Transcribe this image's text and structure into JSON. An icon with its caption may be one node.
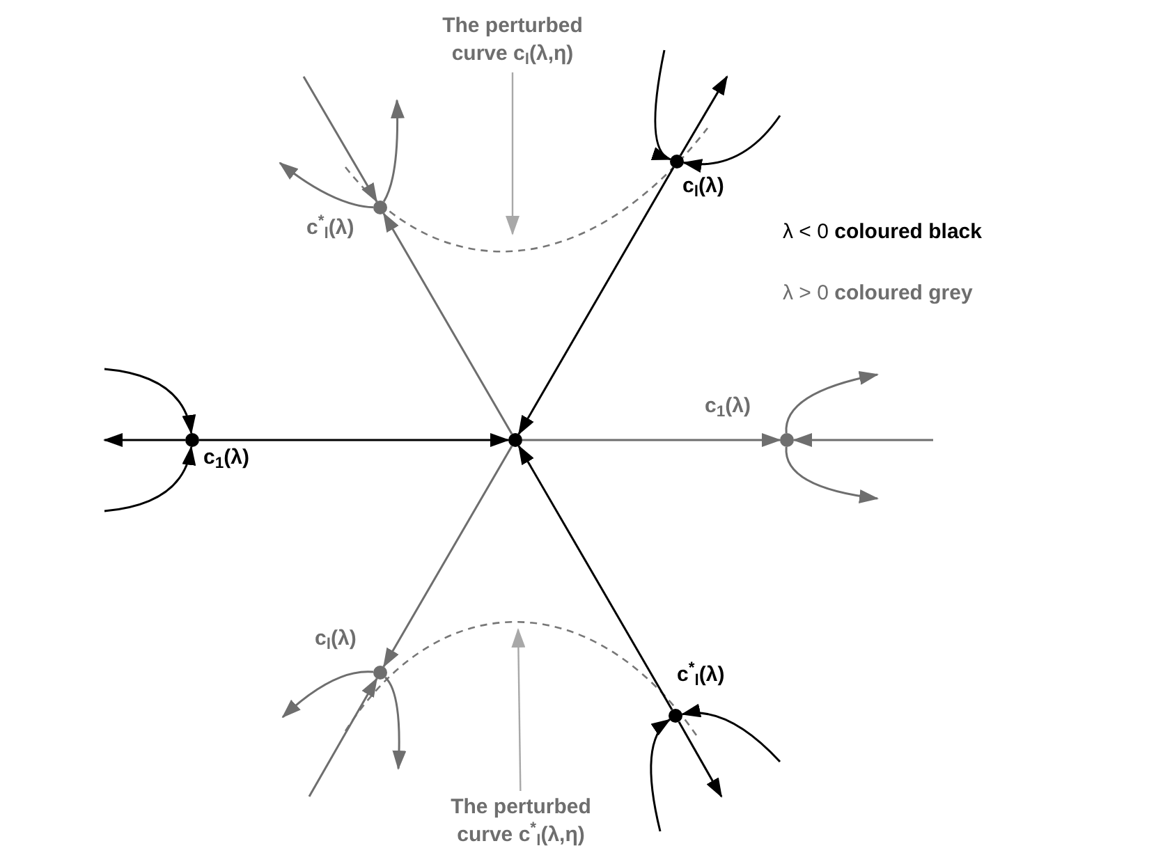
{
  "diagram": {
    "nodes": [
      {
        "text": [],
        "shape": "circle"
      },
      {
        "text": [],
        "shape": "circle",
        "beside": [
          "c$_{1}$(λ)"
        ]
      },
      {
        "text": [],
        "shape": "circle",
        "beside": [
          "c$_{l}$(λ)"
        ]
      },
      {
        "text": [],
        "shape": "circle",
        "beside": [
          "c$^{*}$$_{l}$(λ)"
        ]
      },
      {
        "text": [],
        "shape": "circle",
        "beside": [
          "c$_{1}$(λ)"
        ]
      },
      {
        "text": [],
        "shape": "circle",
        "beside": [
          "c$^{*}$$_{l}$(λ)"
        ]
      },
      {
        "text": [],
        "shape": "circle",
        "beside": [
          "c$_{l}$(λ)"
        ]
      },
      {
        "text": [
          "The perturbed curve c$_{l}$(λ,η)"
        ]
      },
      {
        "text": [
          "The perturbed curve c$^{*}$$_{l}$(λ,η)"
        ]
      }
    ],
    "edges": [
      {
        "from": 1,
        "to": 0,
        "arrow": "to"
      },
      {
        "from": 1,
        "to": null,
        "arrow": "to"
      },
      {
        "from": null,
        "to": 1,
        "arrow": "to"
      },
      {
        "from": null,
        "to": 1,
        "arrow": "to"
      },
      {
        "from": 2,
        "to": 0,
        "arrow": "to"
      },
      {
        "from": 2,
        "to": null,
        "arrow": "to"
      },
      {
        "from": null,
        "to": 2,
        "arrow": "to"
      },
      {
        "from": null,
        "to": 2,
        "arrow": "to"
      },
      {
        "from": 3,
        "to": 0,
        "arrow": "to"
      },
      {
        "from": 3,
        "to": null,
        "arrow": "to"
      },
      {
        "from": null,
        "to": 3,
        "arrow": "to"
      },
      {
        "from": null,
        "to": 3,
        "arrow": "to"
      },
      {
        "from": 0,
        "to": 4,
        "arrow": "to",
        "color": "#6e6e6e"
      },
      {
        "from": null,
        "to": 4,
        "arrow": "to",
        "color": "#6e6e6e"
      },
      {
        "from": 4,
        "to": null,
        "arrow": "to",
        "color": "#6e6e6e"
      },
      {
        "from": 4,
        "to": null,
        "arrow": "to",
        "color": "#6e6e6e"
      },
      {
        "from": 0,
        "to": 5,
        "arrow": "to",
        "color": "#6e6e6e"
      },
      {
        "from": null,
        "to": 5,
        "arrow": "to",
        "color": "#6e6e6e"
      },
      {
        "from": 5,
        "to": null,
        "arrow": "to",
        "color": "#6e6e6e"
      },
      {
        "from": 5,
        "to": null,
        "arrow": "to",
        "color": "#6e6e6e"
      },
      {
        "from": 0,
        "to": 6,
        "arrow": "to",
        "color": "#6e6e6e"
      },
      {
        "from": null,
        "to": 6,
        "arrow": "to",
        "color": "#6e6e6e"
      },
      {
        "from": 6,
        "to": null,
        "arrow": "to",
        "color": "#6e6e6e"
      },
      {
        "from": 6,
        "to": null,
        "arrow": "to",
        "color": "#6e6e6e"
      },
      {
        "from": 7,
        "to": null,
        "arrow": "to",
        "color": "#a8a8a8"
      },
      {
        "from": 8,
        "to": null,
        "arrow": "to",
        "color": "#a8a8a8"
      }
    ],
    "labels": [
      "λ < 0 **coloured black**",
      "λ > 0 **coloured grey**"
    ]
  }
}
